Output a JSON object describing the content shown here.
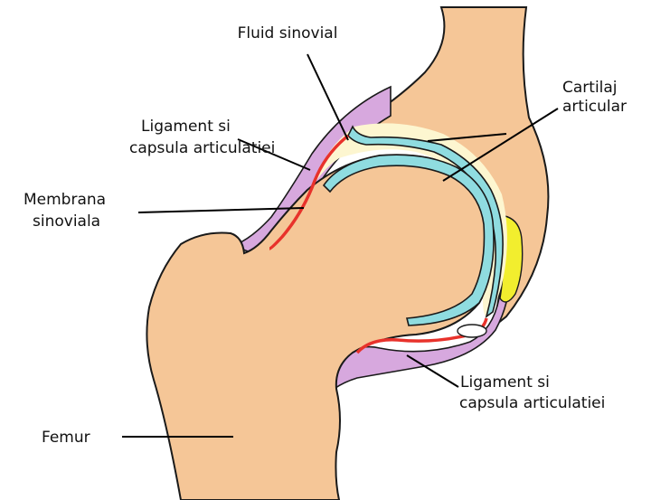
{
  "labels": {
    "fluid": "Fluid sinovial",
    "cartilaj_l1": "Cartilaj",
    "cartilaj_l2": "articular",
    "ligament_upper_l1": "Ligament si",
    "ligament_upper_l2": "capsula articulatiei",
    "membrana_l1": "Membrana",
    "membrana_l2": "sinoviala",
    "ligament_lower_l1": "Ligament si",
    "ligament_lower_l2": "capsula articulatiei",
    "femur": "Femur"
  },
  "colors": {
    "bone": "#f5c697",
    "bone_outline": "#1a1a1a",
    "cartilage": "#8fdce0",
    "synovial_fluid": "#fdf6d0",
    "synovial_membrane": "#e8322b",
    "ligament_capsule": "#d7a8de",
    "fat_pad": "#f2ee2e"
  }
}
